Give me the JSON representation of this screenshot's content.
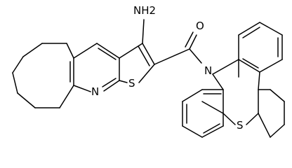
{
  "molecule": {
    "atoms": {
      "amine": "NH2",
      "carbonyl_oxygen": "O",
      "thiophene_sulfur": "S",
      "pyridine_nitrogen": "N",
      "phenothiazine_nitrogen": "N",
      "phenothiazine_sulfur": "S"
    }
  }
}
